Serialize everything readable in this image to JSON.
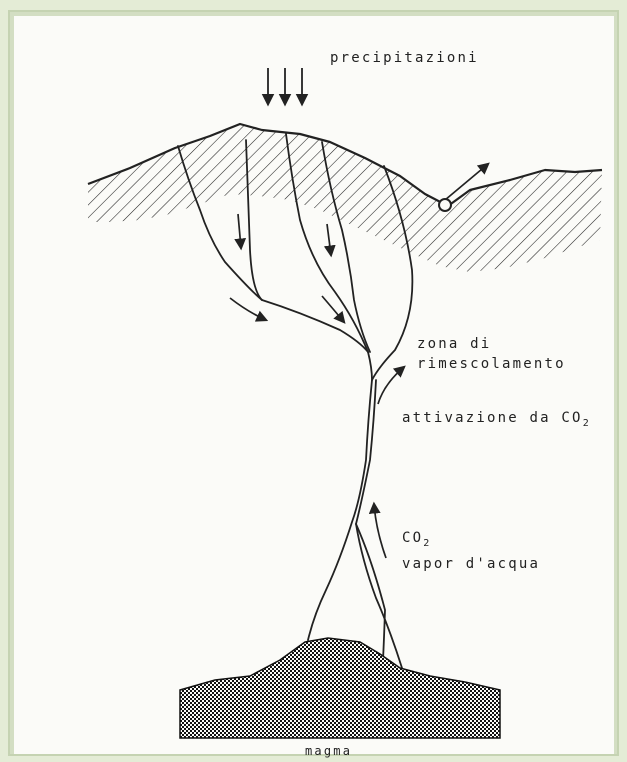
{
  "diagram": {
    "labels": {
      "precipitation": "precipitazioni",
      "mixing_zone_line1": "zona di",
      "mixing_zone_line2": "rimescolamento",
      "co2_activation": "attivazione da CO",
      "co2_activation_sub": "2",
      "gas_co2": "CO",
      "gas_co2_sub": "2",
      "water_vapor": "vapor d'acqua",
      "magma": "magma"
    },
    "colors": {
      "ink": "#222222",
      "paper": "#fbfbf8",
      "frame": "#d3dec3"
    },
    "icons": [
      "down-arrow-icon",
      "up-arrow-icon",
      "spring-circle-icon"
    ]
  }
}
